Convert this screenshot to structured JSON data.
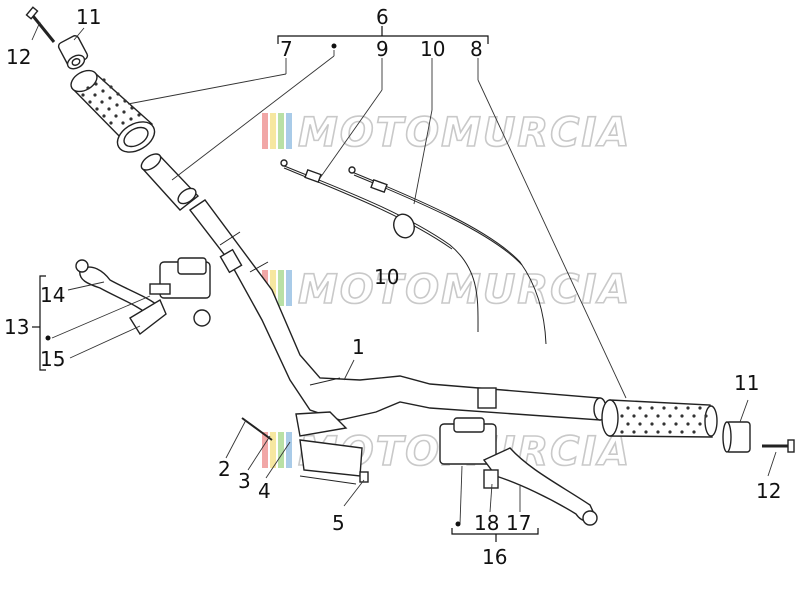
{
  "watermark": {
    "text": "MOTOMURCIA",
    "stripes": [
      "#f1a7a7",
      "#f6e7a0",
      "#b9e0a5",
      "#a9cbe8"
    ]
  },
  "labels": {
    "l1": "1",
    "l2": "2",
    "l3": "3",
    "l4": "4",
    "l5": "5",
    "l6": "6",
    "l7": "7",
    "l8": "8",
    "l9": "9",
    "l10": "10",
    "l10b": "10",
    "l11a": "11",
    "l11b": "11",
    "l12a": "12",
    "l12b": "12",
    "l13": "13",
    "l14": "14",
    "l15": "15",
    "l16": "16",
    "l17": "17",
    "l18": "18"
  }
}
